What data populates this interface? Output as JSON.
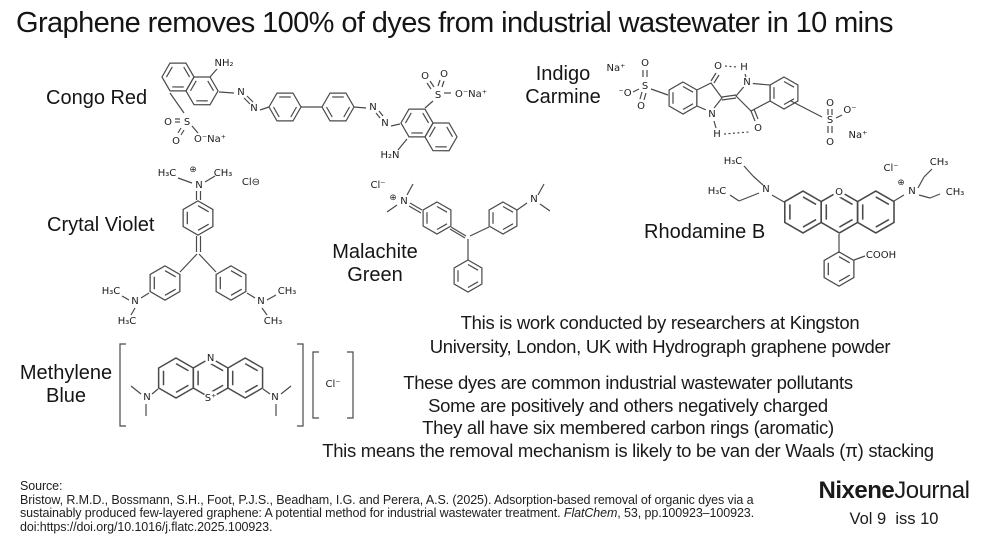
{
  "title": "Graphene removes 100% of dyes from industrial wastewater in 10 mins",
  "molecules": {
    "congo_red": {
      "label": "Congo Red",
      "atoms": {
        "nh2": "NH₂",
        "n1": "N",
        "n2": "N",
        "n3": "N",
        "n4": "N",
        "s_left": "S",
        "o_left_a": "O",
        "o_left_b": "O",
        "ona_left": "O⁻Na⁺",
        "s_right": "S",
        "o_right_a": "O",
        "o_right_b": "O",
        "ona_right": "O⁻Na⁺",
        "h2n": "H₂N"
      }
    },
    "indigo_carmine": {
      "label_line1": "Indigo",
      "label_line2": "Carmine",
      "atoms": {
        "na_left": "Na⁺",
        "o_sl_top": "O",
        "o_sl_left": "⁻O",
        "s_left": "S",
        "o_sl_bot": "O",
        "o_top": "O",
        "h_top": "H",
        "n_top": "N",
        "n_bot": "N",
        "h_bot": "H",
        "o_bot": "O",
        "s_right": "S",
        "o_sr_top": "O",
        "o_sr_right": "O⁻",
        "o_sr_bot": "O",
        "na_right": "Na⁺"
      }
    },
    "crystal_violet": {
      "label": "Crytal Violet",
      "atoms": {
        "h3c_top": "H₃C",
        "plus": "⊕",
        "ch3_top": "CH₃",
        "n_top": "N",
        "cl": "Cl⊖",
        "n_left": "N",
        "h3c_left_a": "H₃C",
        "h3c_left_b": "H₃C",
        "n_right": "N",
        "ch3_right_a": "CH₃",
        "ch3_right_b": "CH₃"
      }
    },
    "malachite_green": {
      "label_line1": "Malachite",
      "label_line2": "Green",
      "atoms": {
        "cl": "Cl⁻",
        "plus": "⊕",
        "n_left": "N",
        "n_right": "N"
      }
    },
    "rhodamine_b": {
      "label": "Rhodamine B",
      "atoms": {
        "h3c_a": "H₃C",
        "h3c_b": "H₃C",
        "n_left": "N",
        "o_center": "O",
        "cl": "Cl⁻",
        "plus": "⊕",
        "n_right": "N",
        "ch3_a": "CH₃",
        "ch3_b": "CH₃",
        "cooh": "COOH"
      }
    },
    "methylene_blue": {
      "label_line1": "Methylene",
      "label_line2": "Blue",
      "atoms": {
        "n_top": "N",
        "s_plus": "S⁺",
        "n_left": "N",
        "n_right": "N",
        "cl": "Cl⁻"
      }
    }
  },
  "notes": {
    "kingston_line1": "This is work conducted by researchers at Kingston",
    "kingston_line2": "University, London, UK with Hydrograph graphene powder",
    "dyes_line1": "These dyes are common industrial wastewater pollutants",
    "dyes_line2": "Some are positively and others negatively charged",
    "dyes_line3": "They all have six membered carbon rings (aromatic)",
    "dyes_line4": "This means the removal mechanism is likely to be van der Waals (π) stacking"
  },
  "source": {
    "heading": "Source:",
    "citation_line1": "Bristow, R.M.D., Bossmann, S.H., Foot, P.J.S., Beadham, I.G. and Perera, A.S. (2025). Adsorption-based removal of organic dyes via a",
    "citation_line2_pre": "sustainably produced few-layered graphene: A potential method for industrial wastewater treatment. ",
    "citation_line2_italic": "FlatChem",
    "citation_line2_post": ", 53, pp.100923–100923.",
    "citation_line3": "doi:https://doi.org/10.1016/j.flatc.2025.100923."
  },
  "branding": {
    "name_bold": "Nixene",
    "name_light": "Journal",
    "issue": "Vol 9  iss 10"
  },
  "colors": {
    "text": "#1a1a1a",
    "bond": "#4a4a4a",
    "background": "#ffffff"
  }
}
